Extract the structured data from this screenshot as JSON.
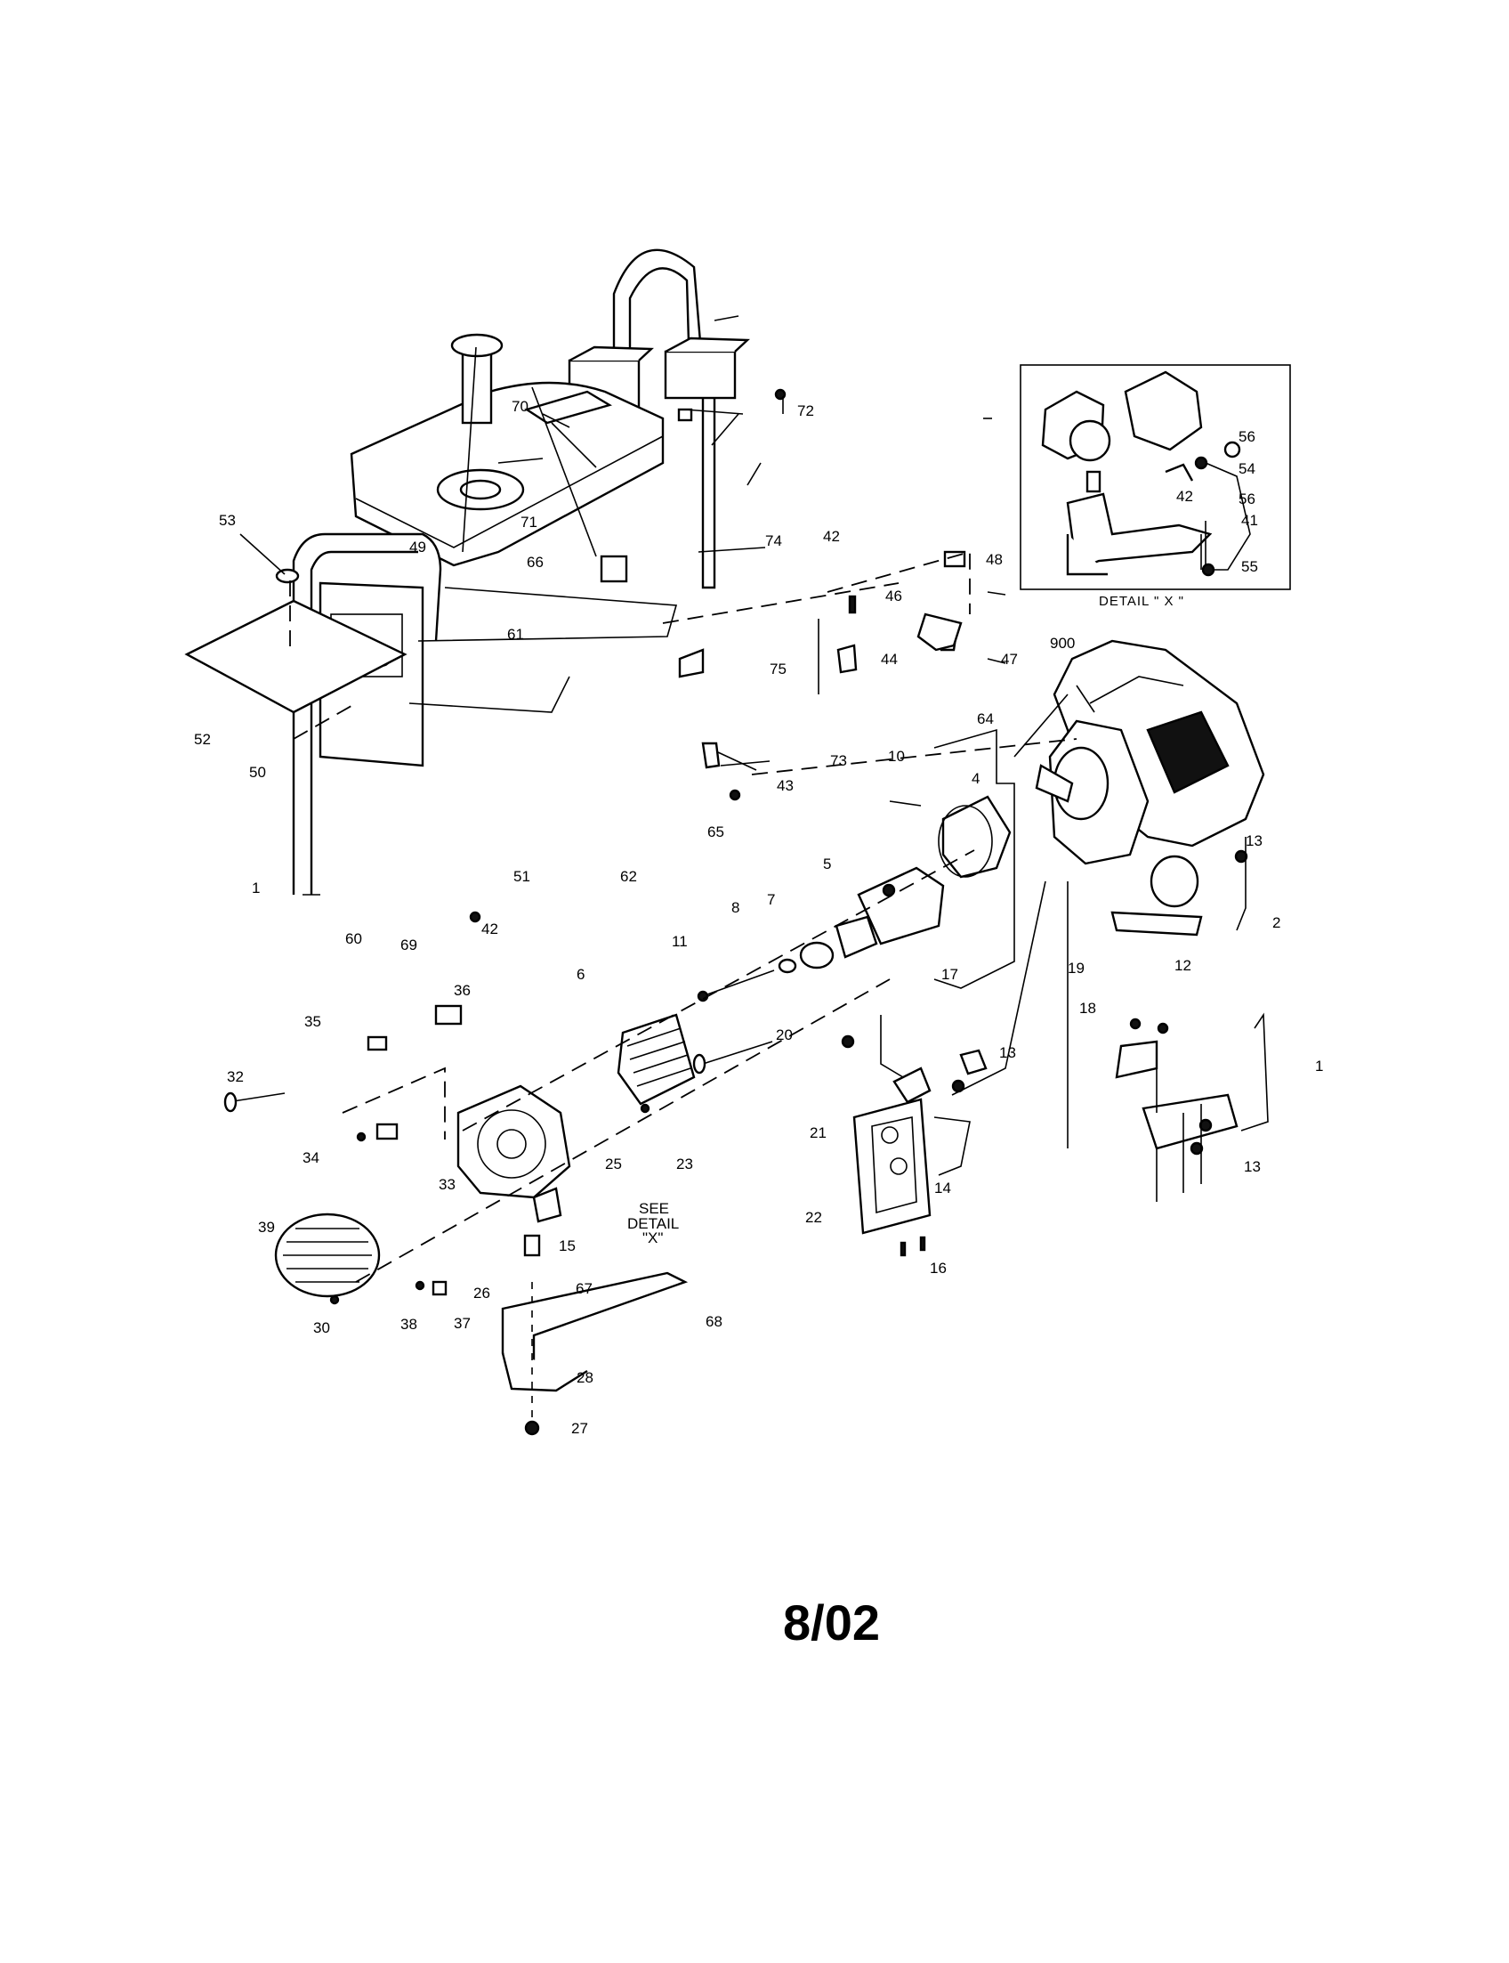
{
  "diagram": {
    "date_code": "8/02",
    "detail_caption": "DETAIL    \" X \"",
    "see_detail": [
      "SEE",
      "DETAIL",
      "\"X\""
    ],
    "labels": {
      "l1": "1",
      "l1b": "1",
      "l2": "2",
      "l4": "4",
      "l5": "5",
      "l6": "6",
      "l7": "7",
      "l8": "8",
      "l10": "10",
      "l11": "11",
      "l12": "12",
      "l13a": "13",
      "l13b": "13",
      "l13c": "13",
      "l14": "14",
      "l15": "15",
      "l16": "16",
      "l17": "17",
      "l18": "18",
      "l19": "19",
      "l20": "20",
      "l21": "21",
      "l22": "22",
      "l23": "23",
      "l25": "25",
      "l26": "26",
      "l27": "27",
      "l28": "28",
      "l30": "30",
      "l32": "32",
      "l33": "33",
      "l34": "34",
      "l35": "35",
      "l36": "36",
      "l37": "37",
      "l38": "38",
      "l39": "39",
      "l41": "41",
      "l42a": "42",
      "l42b": "42",
      "l42c": "42",
      "l43": "43",
      "l44": "44",
      "l46": "46",
      "l47": "47",
      "l48": "48",
      "l49": "49",
      "l50": "50",
      "l51": "51",
      "l52": "52",
      "l53": "53",
      "l54": "54",
      "l55": "55",
      "l56a": "56",
      "l56b": "56",
      "l60": "60",
      "l61": "61",
      "l62": "62",
      "l64": "64",
      "l65": "65",
      "l66": "66",
      "l67": "67",
      "l68": "68",
      "l69": "69",
      "l70": "70",
      "l71": "71",
      "l72": "72",
      "l73": "73",
      "l74": "74",
      "l75": "75",
      "l900": "900"
    }
  }
}
